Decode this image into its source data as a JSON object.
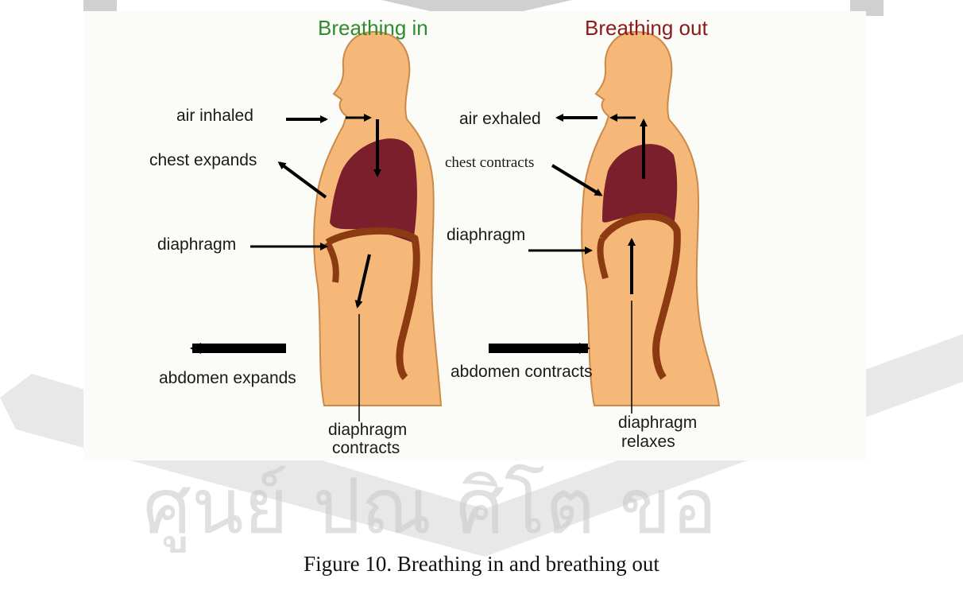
{
  "panels": {
    "inhale_title": "Breathing in",
    "exhale_title": "Breathing out"
  },
  "labels_in": {
    "air": "air inhaled",
    "chest": "chest expands",
    "diaphragm": "diaphragm",
    "abdomen": "abdomen expands",
    "diaphragm_state_1": "diaphragm",
    "diaphragm_state_2": "contracts"
  },
  "labels_out": {
    "air": "air exhaled",
    "chest": "chest contracts",
    "diaphragm": "diaphragm",
    "abdomen": "abdomen contracts",
    "diaphragm_state_1": "diaphragm",
    "diaphragm_state_2": "relaxes"
  },
  "watermark": "ศูนย์ ปณ ศิโต ขอ",
  "caption": "Figure   10. Breathing in and breathing out",
  "colors": {
    "title_in": "#2e8b2e",
    "title_out": "#8b1a1a",
    "body": "#f5b878",
    "lung": "#7a1f2b",
    "diaphragm": "#8b3a12",
    "arrow": "#000000",
    "watermark": "#c8c8c8"
  }
}
